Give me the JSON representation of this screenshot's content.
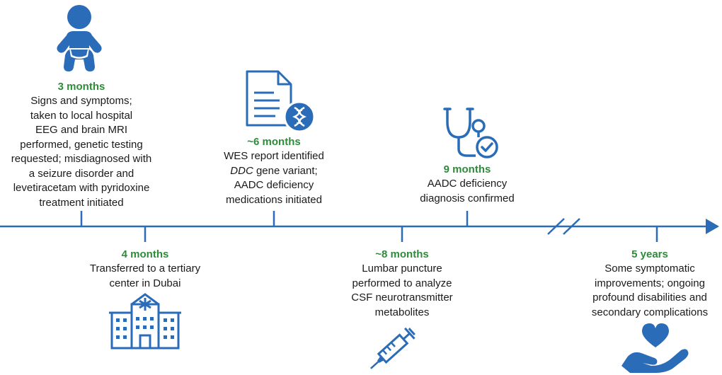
{
  "colors": {
    "accent": "#2b6cb8",
    "label": "#2e8b3a",
    "text": "#1a1a1a"
  },
  "events": [
    {
      "id": "e3m",
      "label": "3 months",
      "lines": [
        "Signs and symptoms;",
        "taken to local hospital",
        "EEG and brain MRI",
        "performed, genetic testing",
        "requested; misdiagnosed with",
        "a seizure disorder and",
        "levetiracetam with pyridoxine",
        "treatment initiated"
      ],
      "icon": "baby-icon"
    },
    {
      "id": "e4m",
      "label": "4 months",
      "lines": [
        "Transferred to a tertiary",
        "center in Dubai"
      ],
      "icon": "hospital-icon"
    },
    {
      "id": "e6m",
      "label": "~6 months",
      "lines": [
        "WES report identified",
        "DDC gene variant;",
        "AADC deficiency",
        "medications initiated"
      ],
      "icon": "dna-report-icon"
    },
    {
      "id": "e8m",
      "label": "~8 months",
      "lines": [
        "Lumbar puncture",
        "performed to analyze",
        "CSF neurotransmitter",
        "metabolites"
      ],
      "icon": "syringe-icon"
    },
    {
      "id": "e9m",
      "label": "9 months",
      "lines": [
        "AADC deficiency",
        "diagnosis confirmed"
      ],
      "icon": "stethoscope-icon"
    },
    {
      "id": "e5y",
      "label": "5 years",
      "lines": [
        "Some symptomatic",
        "improvements; ongoing",
        "profound disabilities and",
        "secondary complications"
      ],
      "icon": "heart-hand-icon"
    }
  ]
}
